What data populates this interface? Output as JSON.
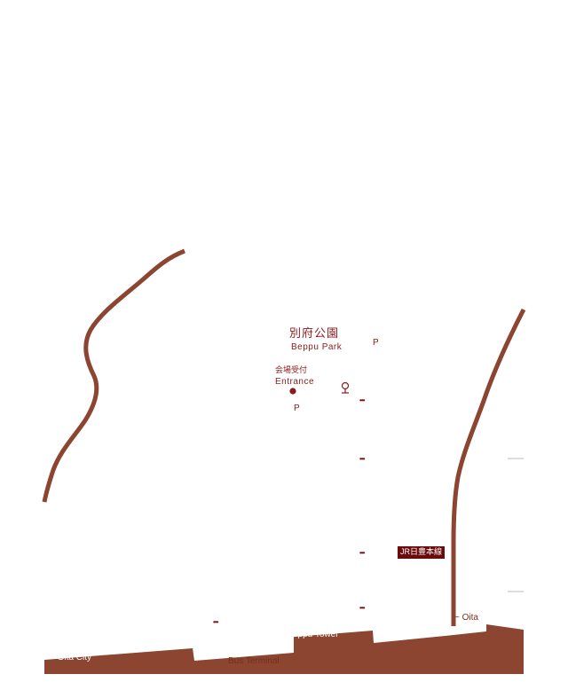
{
  "colors": {
    "road": "#8b4530",
    "label": "#8b1a1a",
    "badge_bg": "#6b0a0a",
    "background": "#ffffff"
  },
  "park": {
    "name_jp": "別府公園",
    "name_en": "Beppu Park"
  },
  "entrance": {
    "label_jp": "会場受付",
    "label_en": "Entrance"
  },
  "parking": {
    "symbol": "P"
  },
  "markers": {
    "ellipsis": "•••",
    "pin_icon": "pin-icon"
  },
  "railway": {
    "line_label": "JR日豊本線"
  },
  "roads": {
    "left_label": "~ Oita City",
    "tower_label": "eppu Tower",
    "bus_terminal": "Bus Terminal",
    "right_label": "~ Oita"
  }
}
